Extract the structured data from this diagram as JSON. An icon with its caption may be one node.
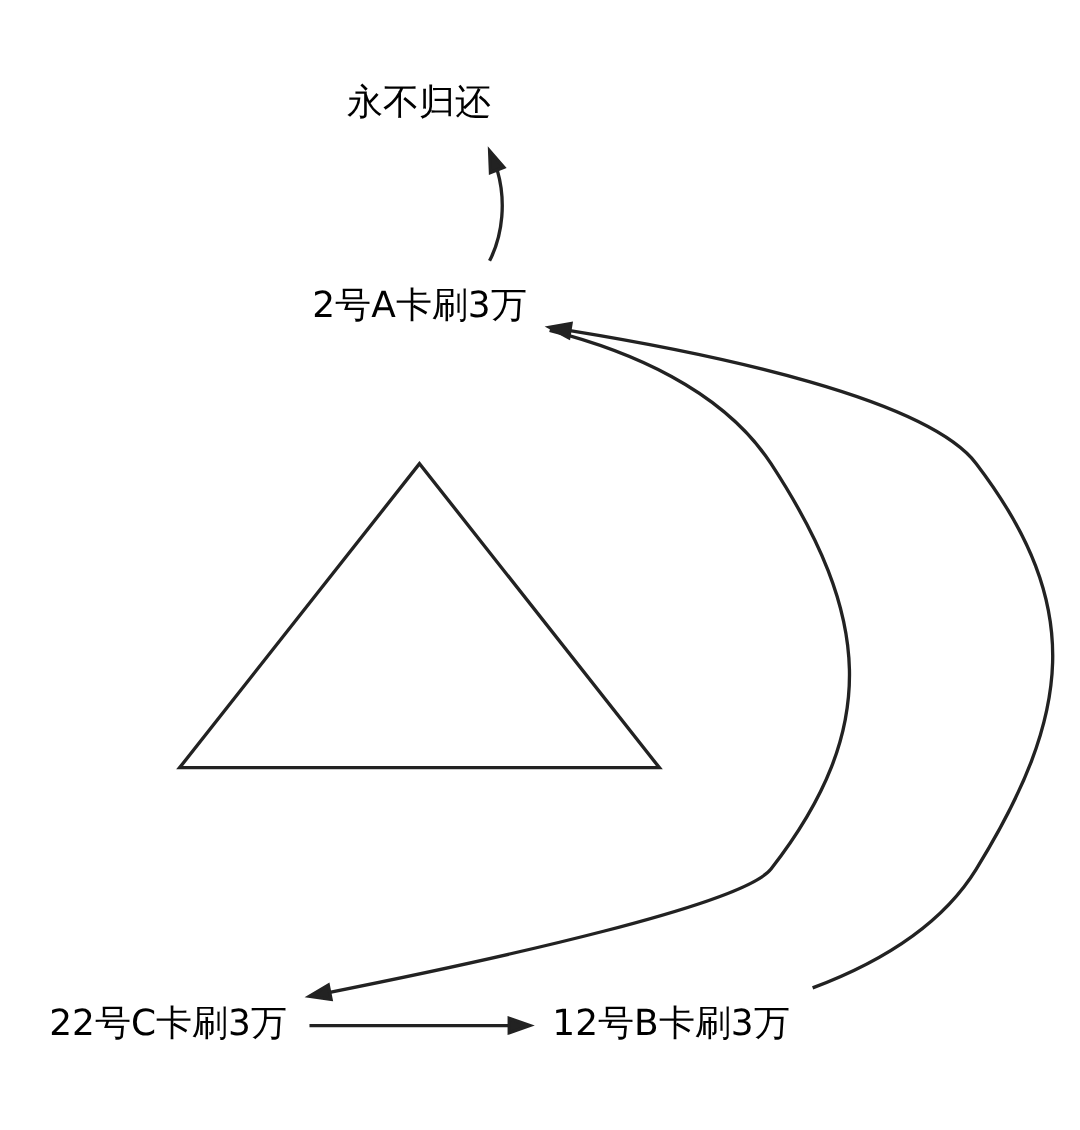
{
  "diagram": {
    "nodes": [
      {
        "text": [
          "永不归还"
        ]
      },
      {
        "text": [
          "2号A卡刷3万"
        ]
      },
      {
        "text": [],
        "shape": "triangle"
      },
      {
        "text": [
          "22号C卡刷3万"
        ]
      },
      {
        "text": [
          "12号B卡刷3万"
        ]
      }
    ],
    "edges": [
      {
        "from": 1,
        "to": 0,
        "arrow": "to"
      },
      {
        "from": 1,
        "to": 3,
        "arrow": "to"
      },
      {
        "from": 3,
        "to": 4,
        "arrow": "to"
      },
      {
        "from": 4,
        "to": 1,
        "arrow": "to"
      }
    ]
  }
}
